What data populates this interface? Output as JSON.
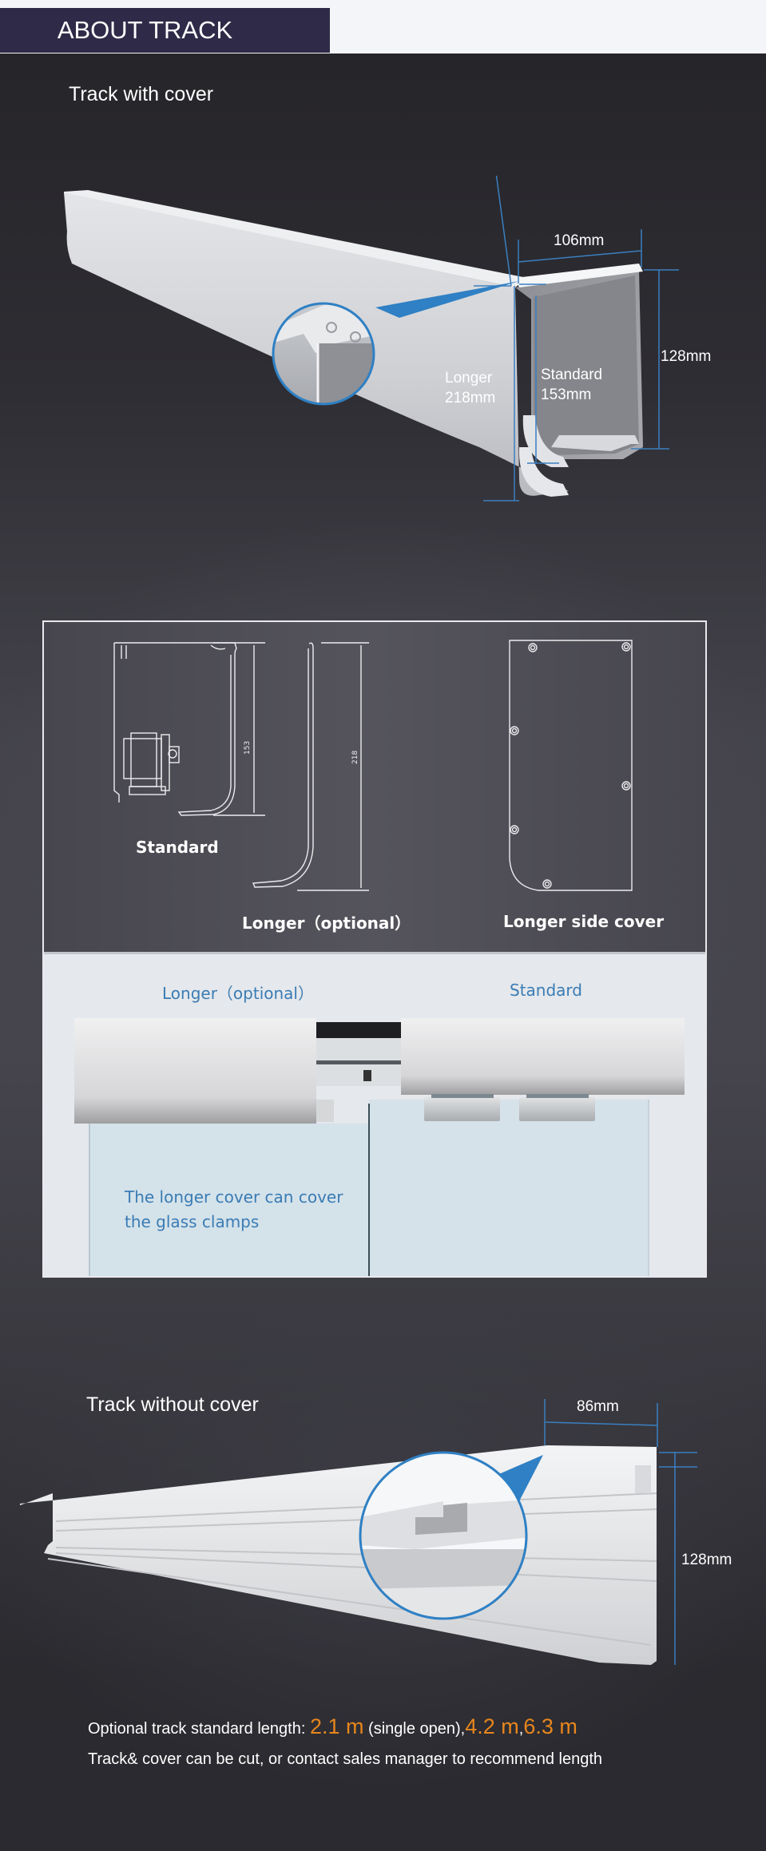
{
  "header": {
    "title": "ABOUT TRACK"
  },
  "section_with_cover": {
    "title": "Track with cover",
    "dimensions": {
      "width": "106mm",
      "height": "128mm",
      "longer_label": "Longer",
      "longer_value": "218mm",
      "standard_label": "Standard",
      "standard_value": "153mm"
    }
  },
  "comparison_box": {
    "cad": {
      "standard_label": "Standard",
      "standard_dim": "153",
      "longer_label": "Longer（optional）",
      "longer_dim": "218",
      "side_cover_label": "Longer side cover"
    },
    "photo": {
      "left_label": "Longer（optional）",
      "right_label": "Standard",
      "note_line1": "The longer cover can cover",
      "note_line2": "the glass clamps"
    }
  },
  "section_without_cover": {
    "title": "Track without cover",
    "dimensions": {
      "width": "86mm",
      "height": "128mm"
    }
  },
  "footer": {
    "length_prefix": "Optional track standard length: ",
    "length_1": "2.1 m",
    "length_1_note": " (single open),",
    "length_2": "4.2 m",
    "separator": ",",
    "length_3": "6.3 m",
    "cut_note": "Track& cover can be cut, or contact sales manager to recommend length"
  },
  "colors": {
    "header_bg": "#2e2a47",
    "accent_blue": "#2f80c4",
    "highlight_orange": "#e8861d",
    "label_blue": "#3a7cb4"
  }
}
